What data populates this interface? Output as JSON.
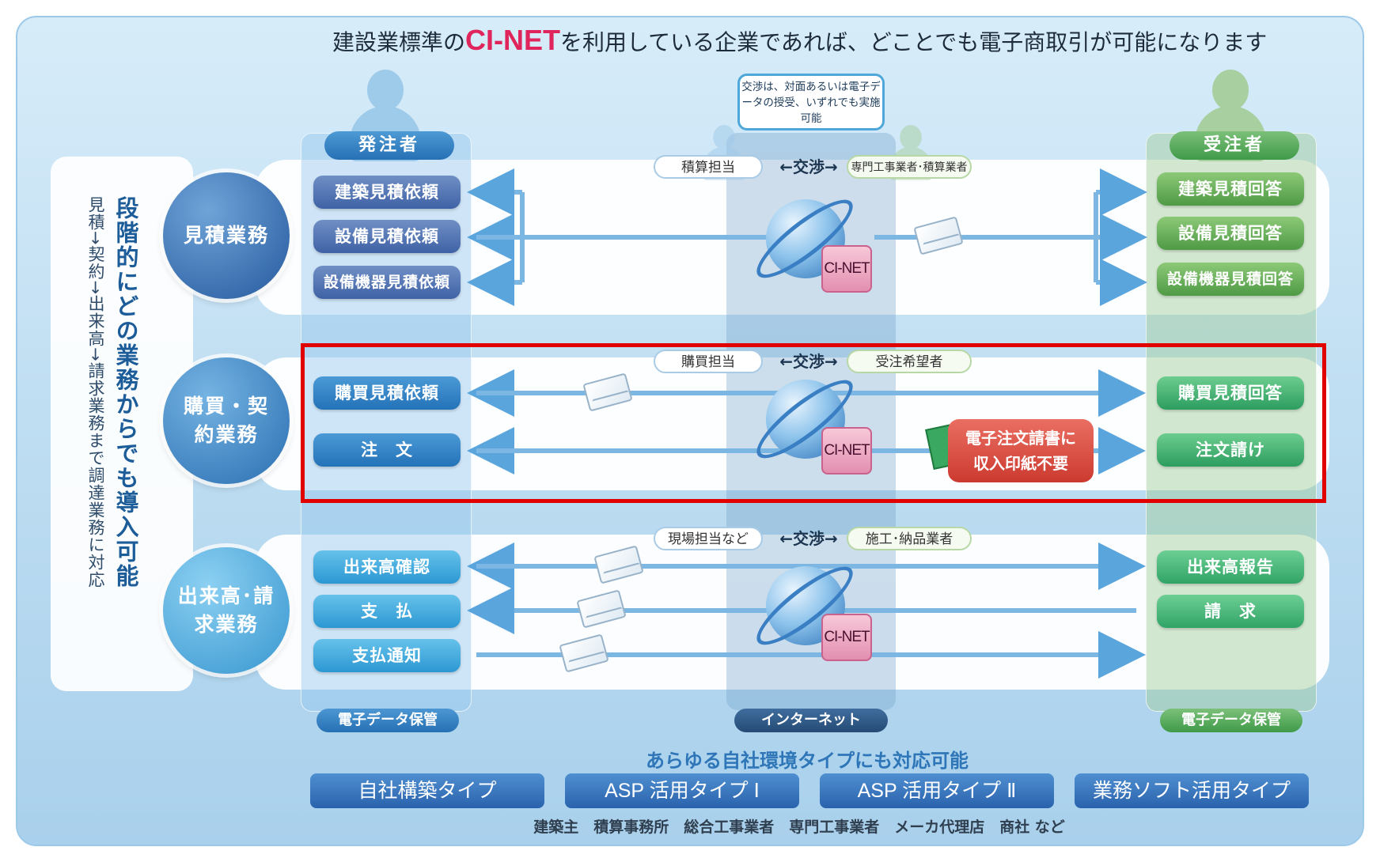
{
  "headline": {
    "pre": "建設業標準の",
    "brand": "CI-NET",
    "post": "を利用している企業であれば、どことでも電子商取引が可能になります"
  },
  "left_panel": {
    "title": "段階的にどの業務からでも導入可能",
    "subtitle": "見積→契約→出来高→請求業務まで調達業務に対応"
  },
  "columns": {
    "orderer": "発注者",
    "contractor": "受注者"
  },
  "bubble": "交渉は、対面あるいは電子データの授受、いずれでも実施可能",
  "negotiation_label": "交渉",
  "cinet_label": "CI-NET",
  "rows": [
    {
      "circle": "見積業務",
      "left_role": "積算担当",
      "right_role": "専門工事業者･積算業者",
      "orderer_items": [
        "建築見積依頼",
        "設備見積依頼",
        "設備機器見積依頼"
      ],
      "contractor_items": [
        "建築見積回答",
        "設備見積回答",
        "設備機器見積回答"
      ]
    },
    {
      "circle": "購買・契約業務",
      "left_role": "購買担当",
      "right_role": "受注希望者",
      "orderer_items": [
        "購買見積依頼",
        "注　文"
      ],
      "contractor_items": [
        "購買見積回答",
        "注文請け"
      ]
    },
    {
      "circle": "出来高･請求業務",
      "left_role": "現場担当など",
      "right_role": "施工･納品業者",
      "orderer_items": [
        "出来高確認",
        "支　払",
        "支払通知"
      ],
      "contractor_items": [
        "出来高報告",
        "請　求"
      ]
    }
  ],
  "red_badge": [
    "電子注文請書に",
    "収入印紙不要"
  ],
  "storage": {
    "left": "電子データ保管",
    "middle": "インターネット",
    "right": "電子データ保管"
  },
  "caption": "あらゆる自社環境タイプにも対応可能",
  "env_types": [
    "自社構築タイプ",
    "ASP 活用タイプ Ⅰ",
    "ASP 活用タイプ Ⅱ",
    "業務ソフト活用タイプ"
  ],
  "bottom_note": "建築主　積算事務所　総合工事業者　専門工事業者　メーカ代理店　商社 など",
  "colors": {
    "highlight": "#e00000",
    "brand": "#e0255d",
    "orderer": "#2670b4",
    "contractor": "#3f9a48"
  }
}
